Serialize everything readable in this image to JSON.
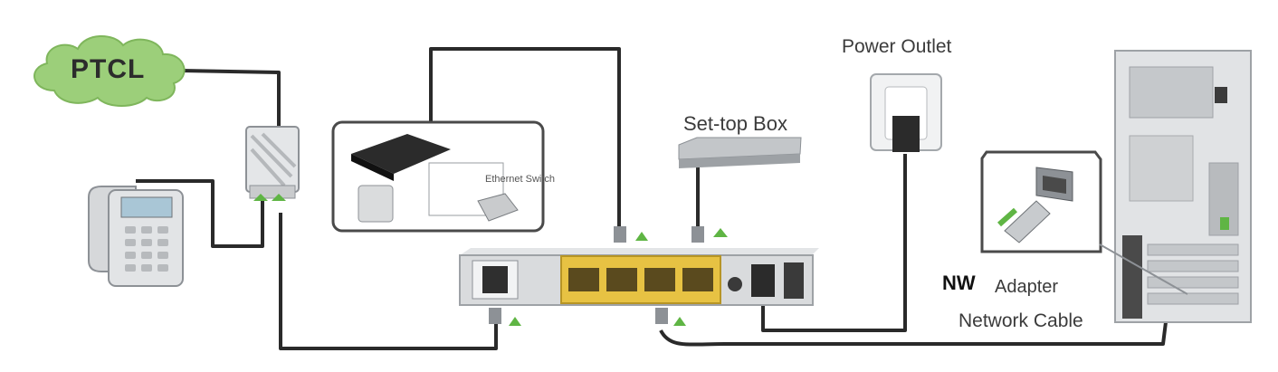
{
  "labels": {
    "cloud": "PTCL",
    "power_outlet": "Power Outlet",
    "set_top_box": "Set-top Box",
    "ethernet_switch": "Ethernet Switch",
    "nw": "NW",
    "adapter": "Adapter",
    "network_cable": "Network Cable"
  },
  "colors": {
    "cloud_fill": "#9ccf7a",
    "cable": "#2a2a2a",
    "port_yellow": "#e7c243",
    "arrow_green": "#5fb544",
    "device_gray": "#cfd1d3"
  }
}
